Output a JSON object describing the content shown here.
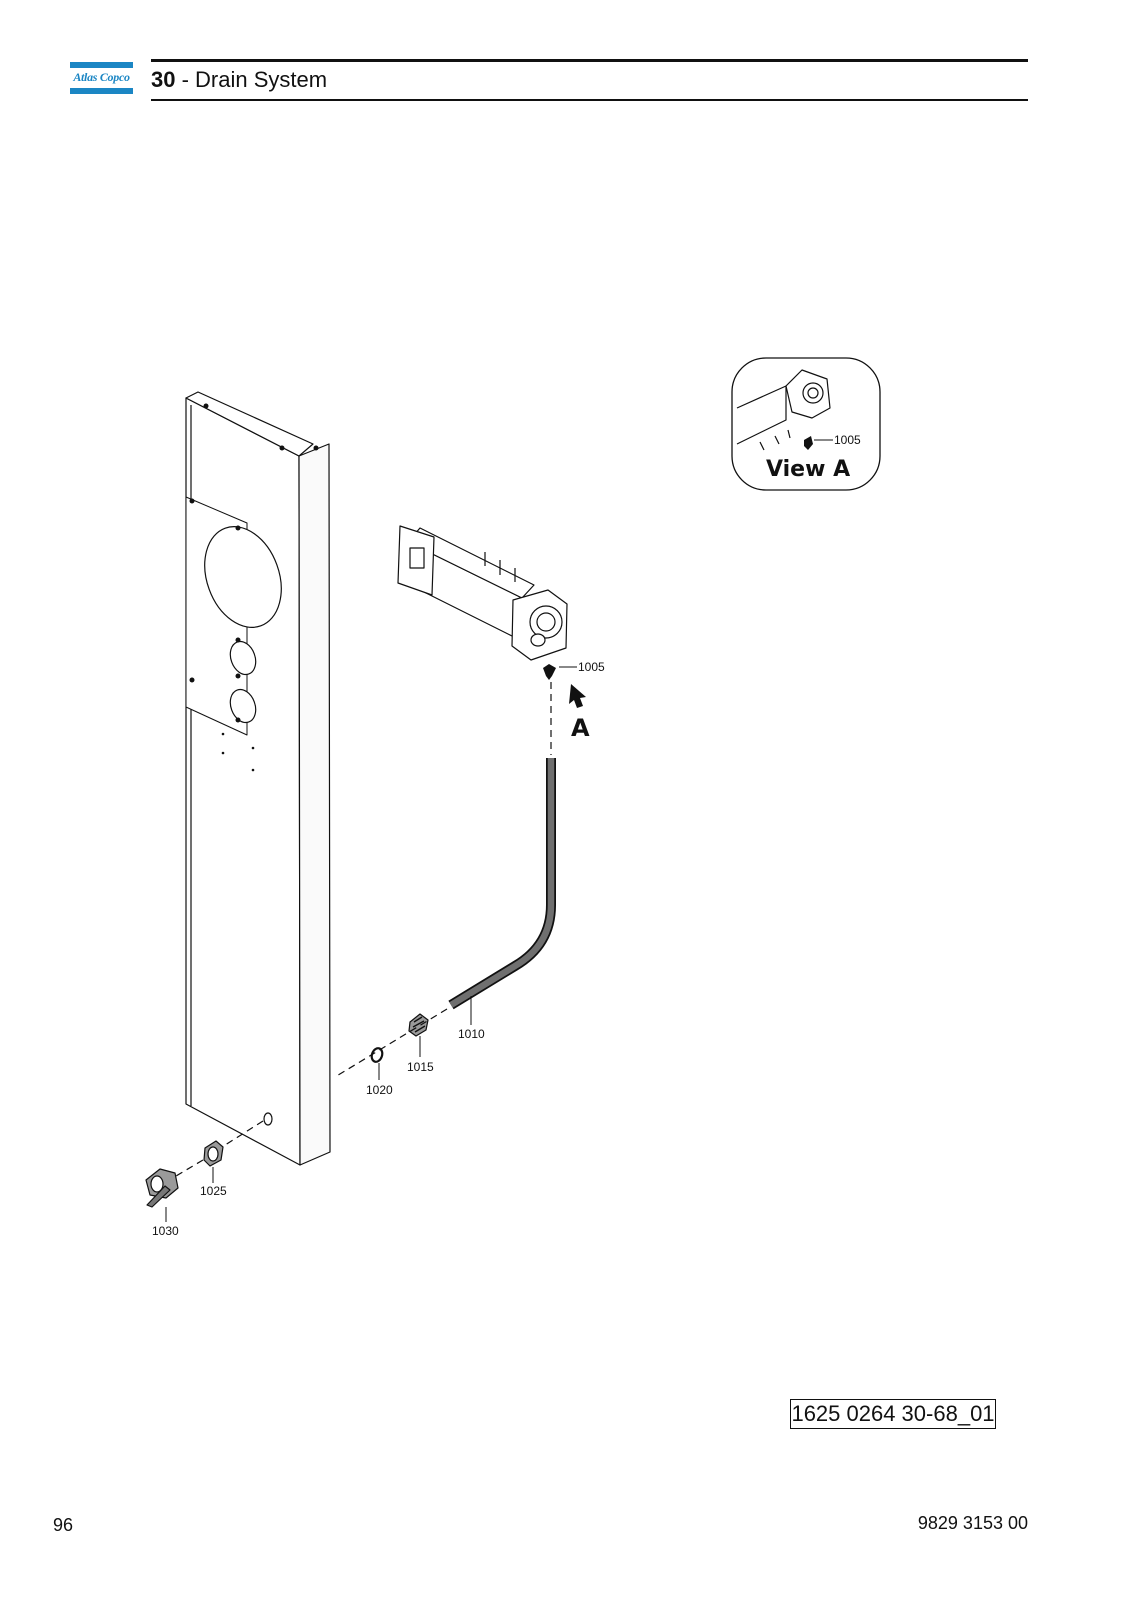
{
  "header": {
    "logo_text": "Atlas Copco",
    "section_number": "30",
    "section_separator": " - ",
    "section_title": "Drain System"
  },
  "diagram": {
    "callouts": {
      "c1005": "1005",
      "c1010": "1010",
      "c1015": "1015",
      "c1020": "1020",
      "c1025": "1025",
      "c1030": "1030"
    },
    "detail_view": {
      "label": "View A",
      "callout": "1005"
    },
    "view_arrow_label": "A",
    "drawing_reference": "1625 0264 30-68_01"
  },
  "footer": {
    "page_number": "96",
    "document_number": "9829 3153 00"
  }
}
